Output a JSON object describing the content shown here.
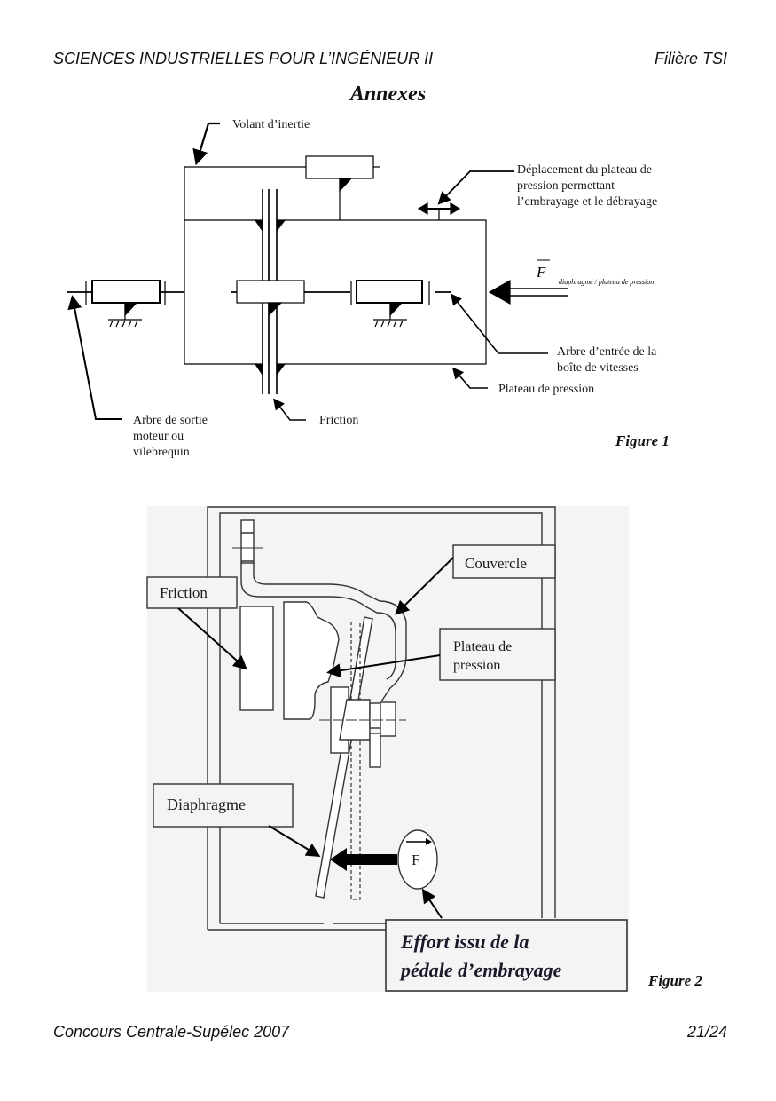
{
  "header": {
    "course": "SCIENCES INDUSTRIELLES POUR L’INGÉNIEUR II",
    "track": "Filière TSI"
  },
  "section_title": "Annexes",
  "figure1": {
    "caption": "Figure 1",
    "labels": {
      "volant": "Volant d’inertie",
      "deplacement_line1": "Déplacement du plateau de",
      "deplacement_line2": "pression permettant",
      "deplacement_line3": "l’embrayage et le débrayage",
      "force_symbol": "F",
      "force_subscript": "diaphragme / plateau de pression",
      "arbre_entree_line1": "Arbre d’entrée de la",
      "arbre_entree_line2": "boîte de vitesses",
      "plateau": "Plateau de pression",
      "friction": "Friction",
      "arbre_sortie_line1": "Arbre de sortie",
      "arbre_sortie_line2": "moteur ou",
      "arbre_sortie_line3": "vilebrequin"
    }
  },
  "figure2": {
    "caption": "Figure 2",
    "labels": {
      "friction": "Friction",
      "couvercle": "Couvercle",
      "plateau_line1": "Plateau de",
      "plateau_line2": "pression",
      "diaphragme": "Diaphragme",
      "force_symbol": "F",
      "effort_line1": "Effort issu de la",
      "effort_line2": "pédale d’embrayage"
    }
  },
  "footer": {
    "contest": "Concours Centrale-Supélec 2007",
    "page": "21/24"
  }
}
